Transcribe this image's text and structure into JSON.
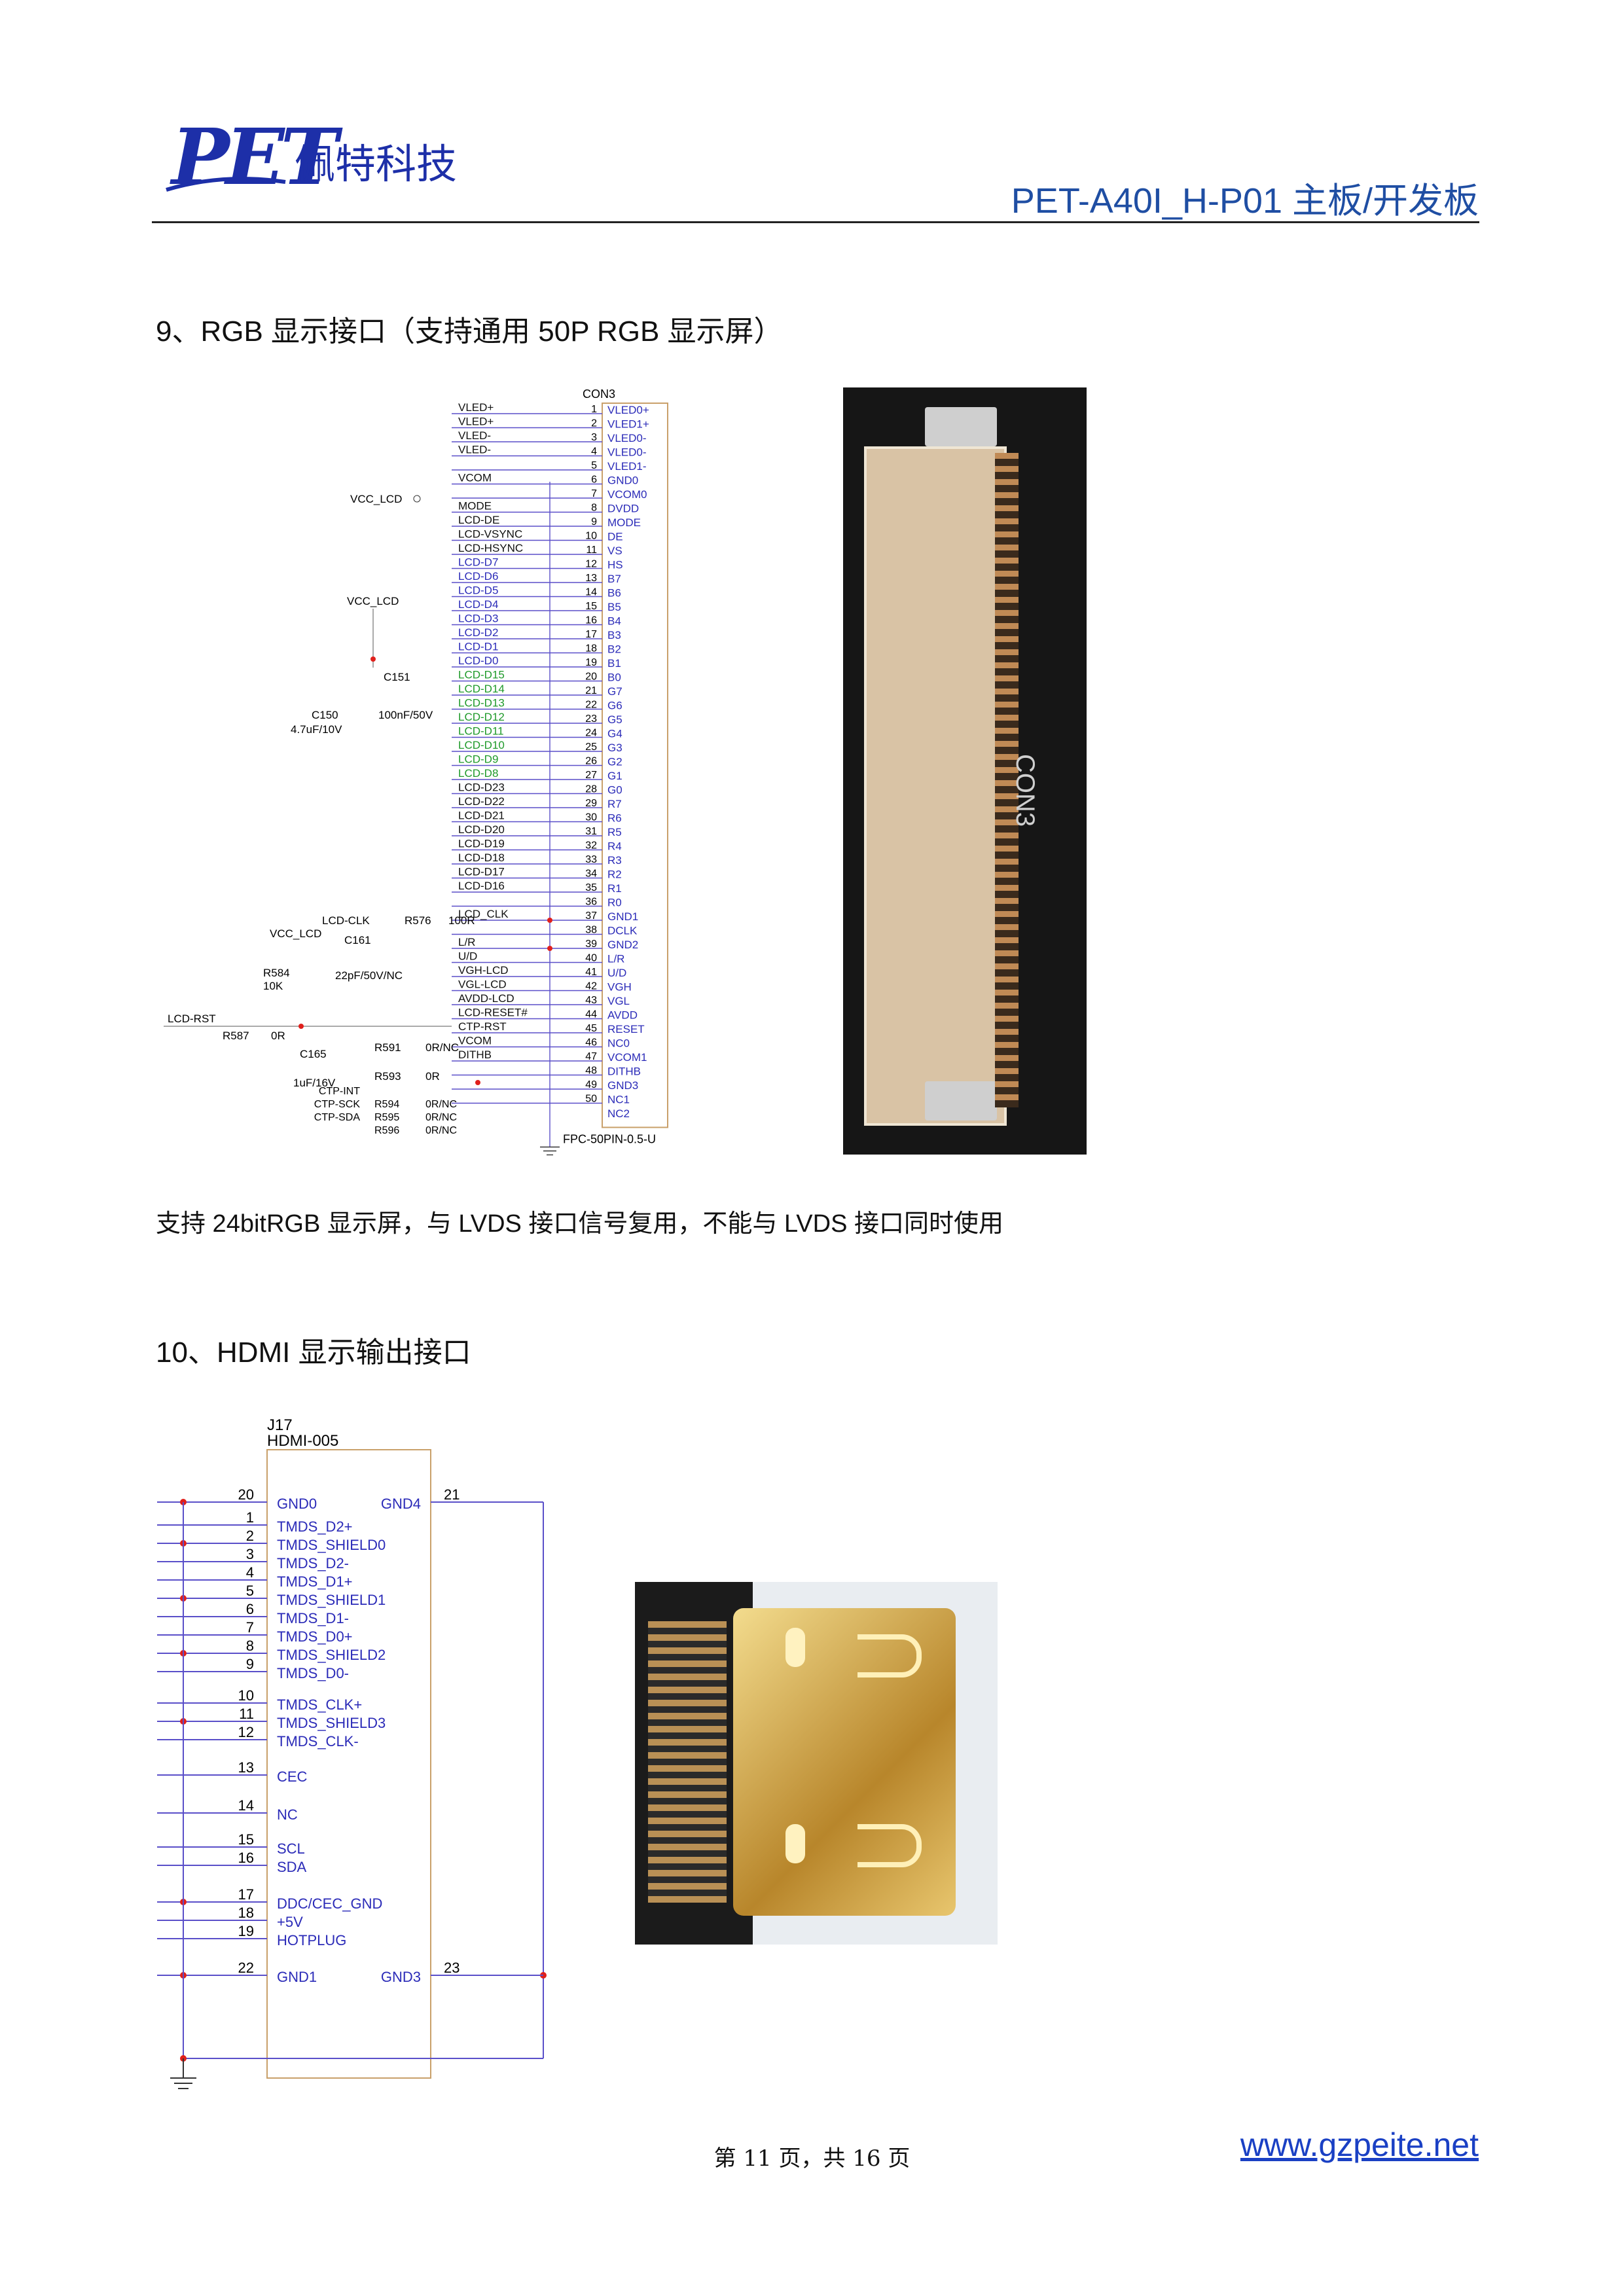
{
  "header": {
    "logo_mark": "PET",
    "logo_cn": "佩特科技",
    "product": "PET-A40I_H-P01 主板/开发板"
  },
  "section9": {
    "title": "9、RGB 显示接口（支持通用 50P RGB 显示屏）",
    "caption": "支持 24bitRGB 显示屏，与 LVDS 接口信号复用，不能与 LVDS 接口同时使用",
    "connector_ref": "CON3",
    "connector_part": "FPC-50PIN-0.5-U",
    "photo_silk": "CON3",
    "pins": [
      {
        "n": "1",
        "pin": "VLED0+",
        "net": "VLED+"
      },
      {
        "n": "2",
        "pin": "VLED1+",
        "net": "VLED+"
      },
      {
        "n": "3",
        "pin": "VLED0-",
        "net": "VLED-"
      },
      {
        "n": "4",
        "pin": "VLED0-",
        "net": "VLED-"
      },
      {
        "n": "5",
        "pin": "VLED1-",
        "net": ""
      },
      {
        "n": "6",
        "pin": "GND0",
        "net": "VCOM"
      },
      {
        "n": "7",
        "pin": "VCOM0",
        "net": ""
      },
      {
        "n": "8",
        "pin": "DVDD",
        "net": "MODE"
      },
      {
        "n": "9",
        "pin": "MODE",
        "net": "LCD-DE"
      },
      {
        "n": "10",
        "pin": "DE",
        "net": "LCD-VSYNC"
      },
      {
        "n": "11",
        "pin": "VS",
        "net": "LCD-HSYNC"
      },
      {
        "n": "12",
        "pin": "HS",
        "net": "LCD-D7"
      },
      {
        "n": "13",
        "pin": "B7",
        "net": "LCD-D6"
      },
      {
        "n": "14",
        "pin": "B6",
        "net": "LCD-D5"
      },
      {
        "n": "15",
        "pin": "B5",
        "net": "LCD-D4"
      },
      {
        "n": "16",
        "pin": "B4",
        "net": "LCD-D3"
      },
      {
        "n": "17",
        "pin": "B3",
        "net": "LCD-D2"
      },
      {
        "n": "18",
        "pin": "B2",
        "net": "LCD-D1"
      },
      {
        "n": "19",
        "pin": "B1",
        "net": "LCD-D0"
      },
      {
        "n": "20",
        "pin": "B0",
        "net": "LCD-D15"
      },
      {
        "n": "21",
        "pin": "G7",
        "net": "LCD-D14"
      },
      {
        "n": "22",
        "pin": "G6",
        "net": "LCD-D13"
      },
      {
        "n": "23",
        "pin": "G5",
        "net": "LCD-D12"
      },
      {
        "n": "24",
        "pin": "G4",
        "net": "LCD-D11"
      },
      {
        "n": "25",
        "pin": "G3",
        "net": "LCD-D10"
      },
      {
        "n": "26",
        "pin": "G2",
        "net": "LCD-D9"
      },
      {
        "n": "27",
        "pin": "G1",
        "net": "LCD-D8"
      },
      {
        "n": "28",
        "pin": "G0",
        "net": "LCD-D23"
      },
      {
        "n": "29",
        "pin": "R7",
        "net": "LCD-D22"
      },
      {
        "n": "30",
        "pin": "R6",
        "net": "LCD-D21"
      },
      {
        "n": "31",
        "pin": "R5",
        "net": "LCD-D20"
      },
      {
        "n": "32",
        "pin": "R4",
        "net": "LCD-D19"
      },
      {
        "n": "33",
        "pin": "R3",
        "net": "LCD-D18"
      },
      {
        "n": "34",
        "pin": "R2",
        "net": "LCD-D17"
      },
      {
        "n": "35",
        "pin": "R1",
        "net": "LCD-D16"
      },
      {
        "n": "36",
        "pin": "R0",
        "net": ""
      },
      {
        "n": "37",
        "pin": "GND1",
        "net": "LCD_CLK"
      },
      {
        "n": "38",
        "pin": "DCLK",
        "net": ""
      },
      {
        "n": "39",
        "pin": "GND2",
        "net": "L/R"
      },
      {
        "n": "40",
        "pin": "L/R",
        "net": "U/D"
      },
      {
        "n": "41",
        "pin": "U/D",
        "net": "VGH-LCD"
      },
      {
        "n": "42",
        "pin": "VGH",
        "net": "VGL-LCD"
      },
      {
        "n": "43",
        "pin": "VGL",
        "net": "AVDD-LCD"
      },
      {
        "n": "44",
        "pin": "AVDD",
        "net": "LCD-RESET#"
      },
      {
        "n": "45",
        "pin": "RESET",
        "net": "CTP-RST"
      },
      {
        "n": "46",
        "pin": "NC0",
        "net": "VCOM"
      },
      {
        "n": "47",
        "pin": "VCOM1",
        "net": "DITHB"
      },
      {
        "n": "48",
        "pin": "DITHB",
        "net": ""
      },
      {
        "n": "49",
        "pin": "GND3",
        "net": ""
      },
      {
        "n": "50",
        "pin": "NC1",
        "net": ""
      },
      {
        "n": "",
        "pin": "NC2",
        "net": ""
      }
    ],
    "parts": {
      "vcc_lcd": "VCC_LCD",
      "c151": "C151",
      "c150": "C150",
      "c150_val": "4.7uF/10V",
      "c151_val": "100nF/50V",
      "lcd_clk": "LCD-CLK",
      "r576": "R576",
      "r576_val": "100R",
      "c161": "C161",
      "c161_val": "22pF/50V/NC",
      "r584": "R584",
      "r584_val": "10K",
      "lcd_rst": "LCD-RST",
      "r587": "R587",
      "r587_val": "0R",
      "c165": "C165",
      "c165_val": "1uF/16V",
      "r591": "R591",
      "r591_val": "0R/NC",
      "r593": "R593",
      "r593_val": "0R",
      "ctp_int": "CTP-INT",
      "ctp_sck": "CTP-SCK",
      "ctp_sda": "CTP-SDA",
      "r594": "R594",
      "r594_val": "0R/NC",
      "r595": "R595",
      "r595_val": "0R/NC",
      "r596": "R596",
      "r596_val": "0R/NC"
    }
  },
  "section10": {
    "title": "10、HDMI 显示输出接口",
    "connector_ref": "J17",
    "connector_part": "HDMI-005",
    "pins": [
      {
        "n": "20",
        "name": "GND0"
      },
      {
        "n": "1",
        "name": "TMDS_D2+"
      },
      {
        "n": "2",
        "name": "TMDS_SHIELD0"
      },
      {
        "n": "3",
        "name": "TMDS_D2-"
      },
      {
        "n": "4",
        "name": "TMDS_D1+"
      },
      {
        "n": "5",
        "name": "TMDS_SHIELD1"
      },
      {
        "n": "6",
        "name": "TMDS_D1-"
      },
      {
        "n": "7",
        "name": "TMDS_D0+"
      },
      {
        "n": "8",
        "name": "TMDS_SHIELD2"
      },
      {
        "n": "9",
        "name": "TMDS_D0-"
      },
      {
        "n": "10",
        "name": "TMDS_CLK+"
      },
      {
        "n": "11",
        "name": "TMDS_SHIELD3"
      },
      {
        "n": "12",
        "name": "TMDS_CLK-"
      },
      {
        "n": "13",
        "name": "CEC"
      },
      {
        "n": "14",
        "name": "NC"
      },
      {
        "n": "15",
        "name": "SCL"
      },
      {
        "n": "16",
        "name": "SDA"
      },
      {
        "n": "17",
        "name": "DDC/CEC_GND"
      },
      {
        "n": "18",
        "name": "+5V"
      },
      {
        "n": "19",
        "name": "HOTPLUG"
      },
      {
        "n": "22",
        "name": "GND1"
      }
    ],
    "right_pins": [
      {
        "n": "21",
        "name": "GND4"
      },
      {
        "n": "23",
        "name": "GND3"
      }
    ]
  },
  "footer": {
    "page": "第 11 页，共 16 页",
    "url": "www.gzpeite.net"
  },
  "colors": {
    "brand_blue": "#1d2fa8",
    "pin_blue": "#2b2bb8",
    "net_green": "#1f9a2a",
    "wire_purple": "#5a4fc9",
    "junction_red": "#e0201c"
  }
}
